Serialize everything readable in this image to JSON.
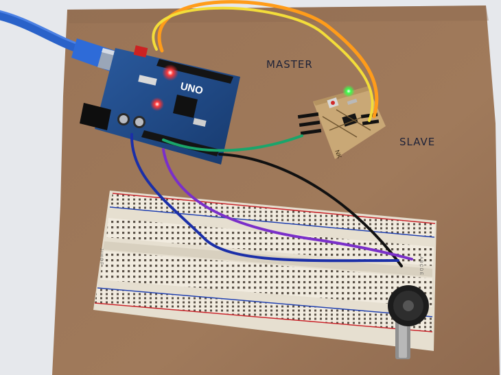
{
  "labels": {
    "master": "MASTER",
    "slave": "SLAVE",
    "board": "UNO",
    "pcb_mark": "NK"
  },
  "breadboard_rows": {
    "top_letters": "J I H G F",
    "bottom_letters": "A B C D E"
  },
  "colors": {
    "cardboard": "#a0795a",
    "arduino_blue": "#1f4b86",
    "usb_cable": "#2a62c9",
    "breadboard": "#efe9dc",
    "pcb": "#c9a876",
    "wire_orange": "#ff9c1a",
    "wire_yellow": "#f3dd3a",
    "wire_green": "#1aa56b",
    "wire_blue": "#1b2fa8",
    "wire_purple": "#7a2fc9",
    "wire_black": "#111111",
    "led_red": "#ff2a2a",
    "led_green": "#3cff4a"
  }
}
